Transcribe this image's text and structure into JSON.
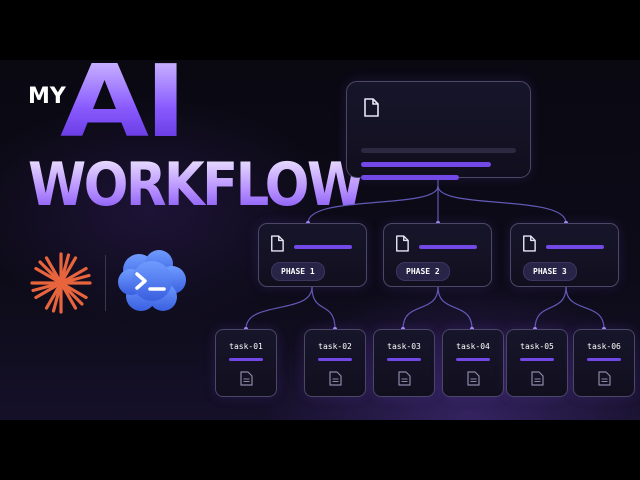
{
  "title": {
    "my": "MY",
    "ai": "AI",
    "workflow": "WORKFLOW"
  },
  "logos": {
    "left": "orange-starburst-logo",
    "right": "blue-cloud-terminal-logo",
    "colors": {
      "starburst": "#e8643c",
      "cloud": "#4a7cf0"
    }
  },
  "diagram": {
    "phases": [
      {
        "label": "PHASE 1"
      },
      {
        "label": "PHASE 2"
      },
      {
        "label": "PHASE 3"
      }
    ],
    "tasks": [
      {
        "label": "task-01"
      },
      {
        "label": "task-02"
      },
      {
        "label": "task-03"
      },
      {
        "label": "task-04"
      },
      {
        "label": "task-05"
      },
      {
        "label": "task-06"
      }
    ]
  },
  "colors": {
    "accent": "#7248e6",
    "node_border": "#4b4766",
    "background": "#0b0a14"
  }
}
